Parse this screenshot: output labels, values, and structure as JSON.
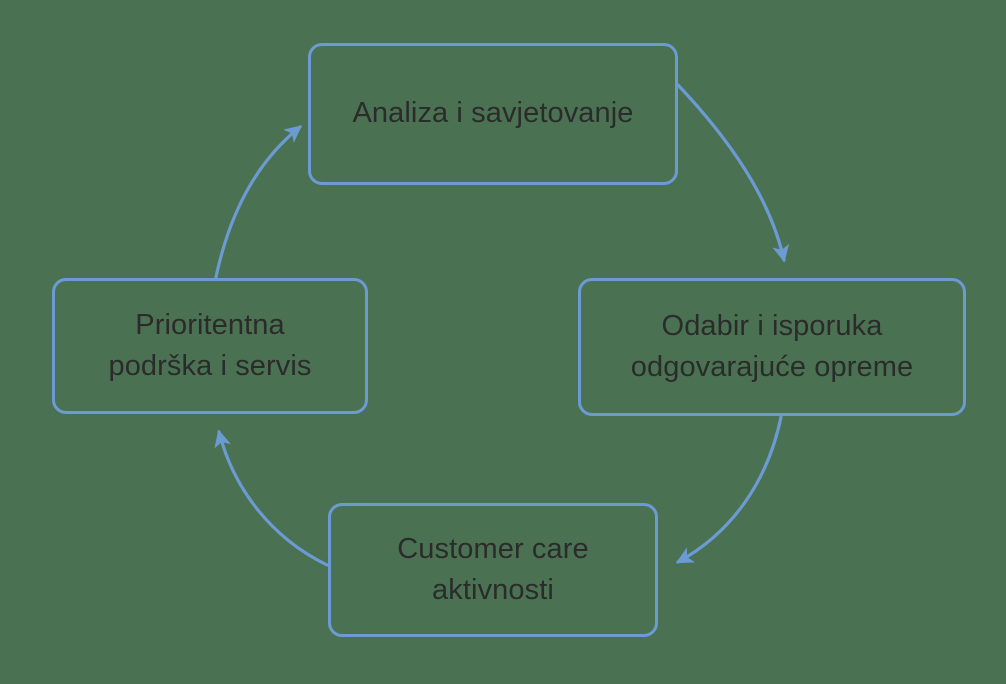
{
  "diagram": {
    "type": "cycle",
    "direction": "clockwise",
    "background_color": "#4a7252",
    "accent_color": "#6b9bd2",
    "text_color": "#2b2b2b",
    "nodes": [
      {
        "id": "top",
        "label": "Analiza i savjetovanje",
        "position": "top"
      },
      {
        "id": "right",
        "label": "Odabir i isporuka\nodgovarajuće opreme",
        "position": "right"
      },
      {
        "id": "bottom",
        "label": "Customer care\naktivnosti",
        "position": "bottom"
      },
      {
        "id": "left",
        "label": "Prioritentna\npodrška i servis",
        "position": "left"
      }
    ],
    "arrows": [
      {
        "id": "top-to-right",
        "from": "top",
        "to": "right",
        "icon": "curved-arrow-icon"
      },
      {
        "id": "right-to-bottom",
        "from": "right",
        "to": "bottom",
        "icon": "curved-arrow-icon"
      },
      {
        "id": "bottom-to-left",
        "from": "bottom",
        "to": "left",
        "icon": "curved-arrow-icon"
      },
      {
        "id": "left-to-top",
        "from": "left",
        "to": "top",
        "icon": "curved-arrow-icon"
      }
    ]
  }
}
